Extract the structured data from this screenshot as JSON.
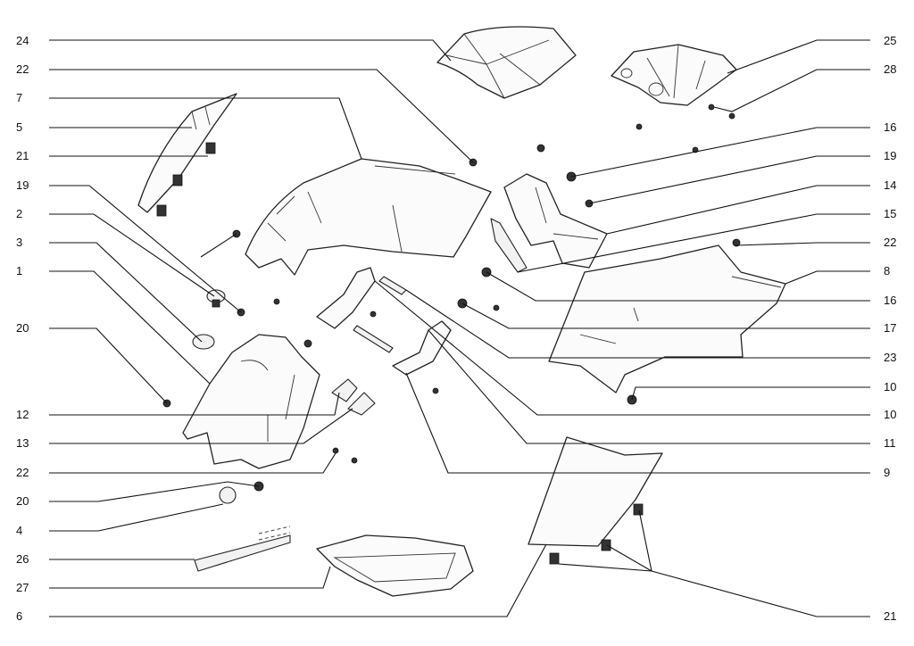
{
  "callouts": {
    "left": [
      "24",
      "22",
      "7",
      "5",
      "21",
      "19",
      "2",
      "3",
      "1",
      "20",
      "12",
      "13",
      "22",
      "20",
      "4",
      "26",
      "27",
      "6"
    ],
    "right": [
      "25",
      "28",
      "16",
      "19",
      "14",
      "15",
      "22",
      "8",
      "16",
      "17",
      "23",
      "10",
      "10",
      "11",
      "9",
      "21"
    ]
  }
}
